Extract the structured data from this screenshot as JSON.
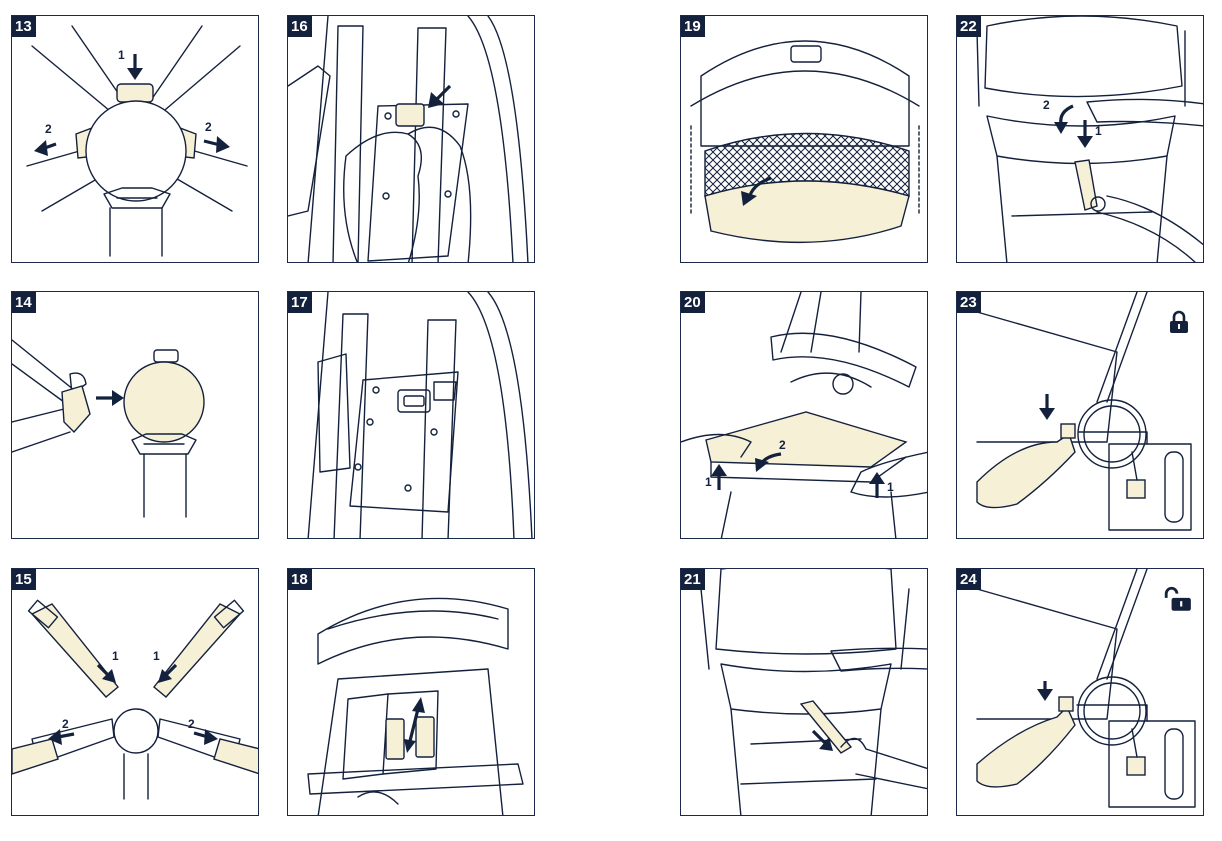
{
  "panels": [
    {
      "id": "13",
      "labels": [
        "1",
        "2",
        "2"
      ]
    },
    {
      "id": "14",
      "labels": []
    },
    {
      "id": "15",
      "labels": [
        "1",
        "1",
        "2",
        "2"
      ]
    },
    {
      "id": "16",
      "labels": []
    },
    {
      "id": "17",
      "labels": []
    },
    {
      "id": "18",
      "labels": []
    },
    {
      "id": "19",
      "labels": []
    },
    {
      "id": "20",
      "labels": [
        "2",
        "1",
        "1"
      ]
    },
    {
      "id": "21",
      "labels": []
    },
    {
      "id": "22",
      "labels": [
        "2",
        "1"
      ]
    },
    {
      "id": "23",
      "labels": []
    },
    {
      "id": "24",
      "labels": []
    }
  ],
  "icons": {
    "p23": "lock-closed-icon",
    "p24": "lock-open-icon"
  },
  "colors": {
    "ink": "#14213d",
    "highlight": "#f6f0d6"
  }
}
